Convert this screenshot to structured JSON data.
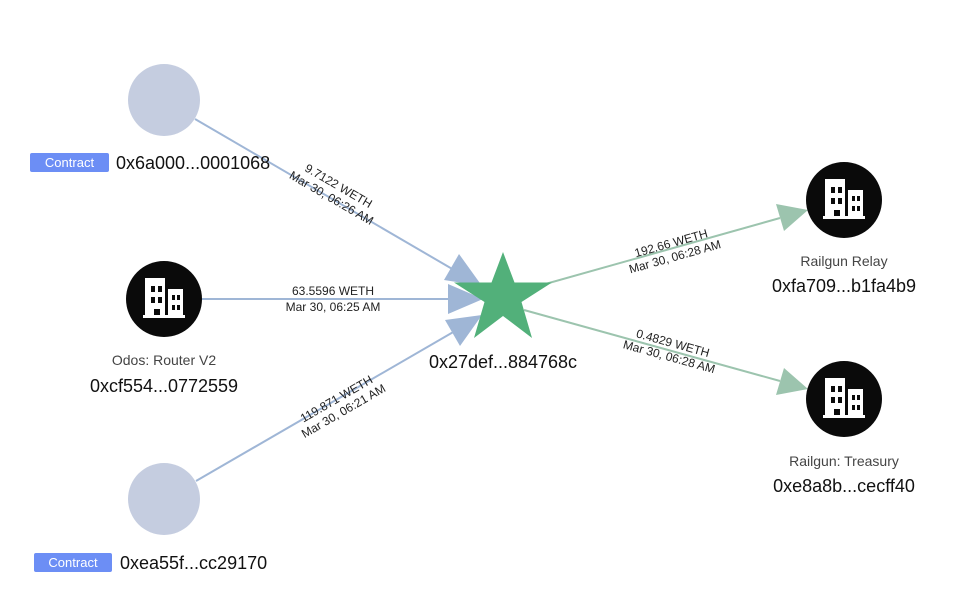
{
  "center": {
    "address": "0x27def...884768c",
    "color": "#52b07a"
  },
  "nodes": {
    "contract_top": {
      "badge": "Contract",
      "address": "0x6a000...0001068",
      "color": "#c5cde0"
    },
    "odos": {
      "name": "Odos: Router V2",
      "address": "0xcf554...0772559",
      "icon": "building-icon"
    },
    "contract_bottom": {
      "badge": "Contract",
      "address": "0xea55f...cc29170",
      "color": "#c5cde0"
    },
    "relay": {
      "name": "Railgun Relay",
      "address": "0xfa709...b1fa4b9",
      "icon": "building-icon"
    },
    "treasury": {
      "name": "Railgun: Treasury",
      "address": "0xe8a8b...cecff40",
      "icon": "building-icon"
    }
  },
  "edges": {
    "top_in": {
      "amount": "9.7122 WETH",
      "time": "Mar 30, 06:26 AM"
    },
    "odos_in": {
      "amount": "63.5596 WETH",
      "time": "Mar 30, 06:25 AM"
    },
    "bottom_in": {
      "amount": "119.871 WETH",
      "time": "Mar 30, 06:21 AM"
    },
    "relay_out": {
      "amount": "192.66 WETH",
      "time": "Mar 30, 06:28 AM"
    },
    "treasury_out": {
      "amount": "0.4829 WETH",
      "time": "Mar 30, 06:28 AM"
    }
  },
  "colors": {
    "incoming_edge": "#9fb6d6",
    "outgoing_edge": "#9cc4ae",
    "badge": "#6c8ef5",
    "entity_node": "#0a0a0a"
  }
}
